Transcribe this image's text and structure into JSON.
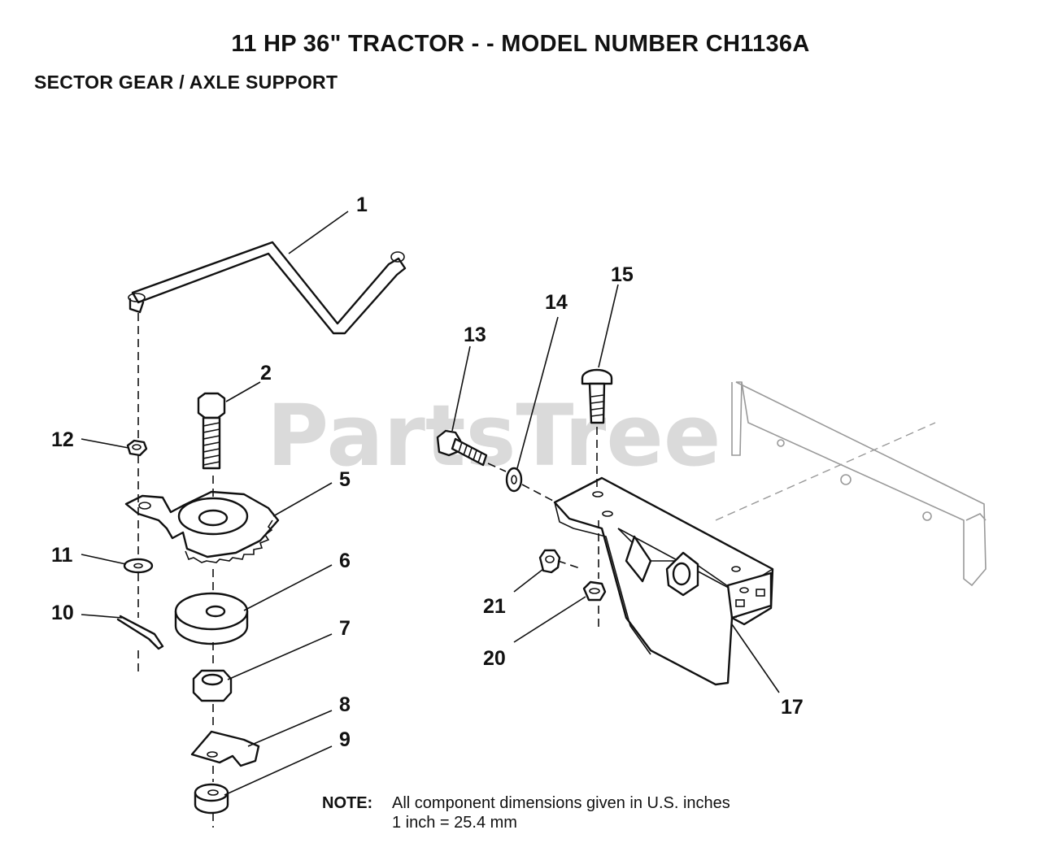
{
  "header": {
    "title": "11 HP 36\"  TRACTOR  - - MODEL NUMBER CH1136A",
    "subtitle": "SECTOR GEAR / AXLE SUPPORT"
  },
  "watermark": "PartsTree",
  "callouts": [
    {
      "id": "1",
      "label": "1"
    },
    {
      "id": "2",
      "label": "2"
    },
    {
      "id": "5",
      "label": "5"
    },
    {
      "id": "6",
      "label": "6"
    },
    {
      "id": "7",
      "label": "7"
    },
    {
      "id": "8",
      "label": "8"
    },
    {
      "id": "9",
      "label": "9"
    },
    {
      "id": "10",
      "label": "10"
    },
    {
      "id": "11",
      "label": "11"
    },
    {
      "id": "12",
      "label": "12"
    },
    {
      "id": "13",
      "label": "13"
    },
    {
      "id": "14",
      "label": "14"
    },
    {
      "id": "15",
      "label": "15"
    },
    {
      "id": "17",
      "label": "17"
    },
    {
      "id": "20",
      "label": "20"
    },
    {
      "id": "21",
      "label": "21"
    }
  ],
  "note": {
    "label": "NOTE:",
    "line1": "All component dimensions given in U.S. inches",
    "line2": "1 inch = 25.4 mm"
  }
}
